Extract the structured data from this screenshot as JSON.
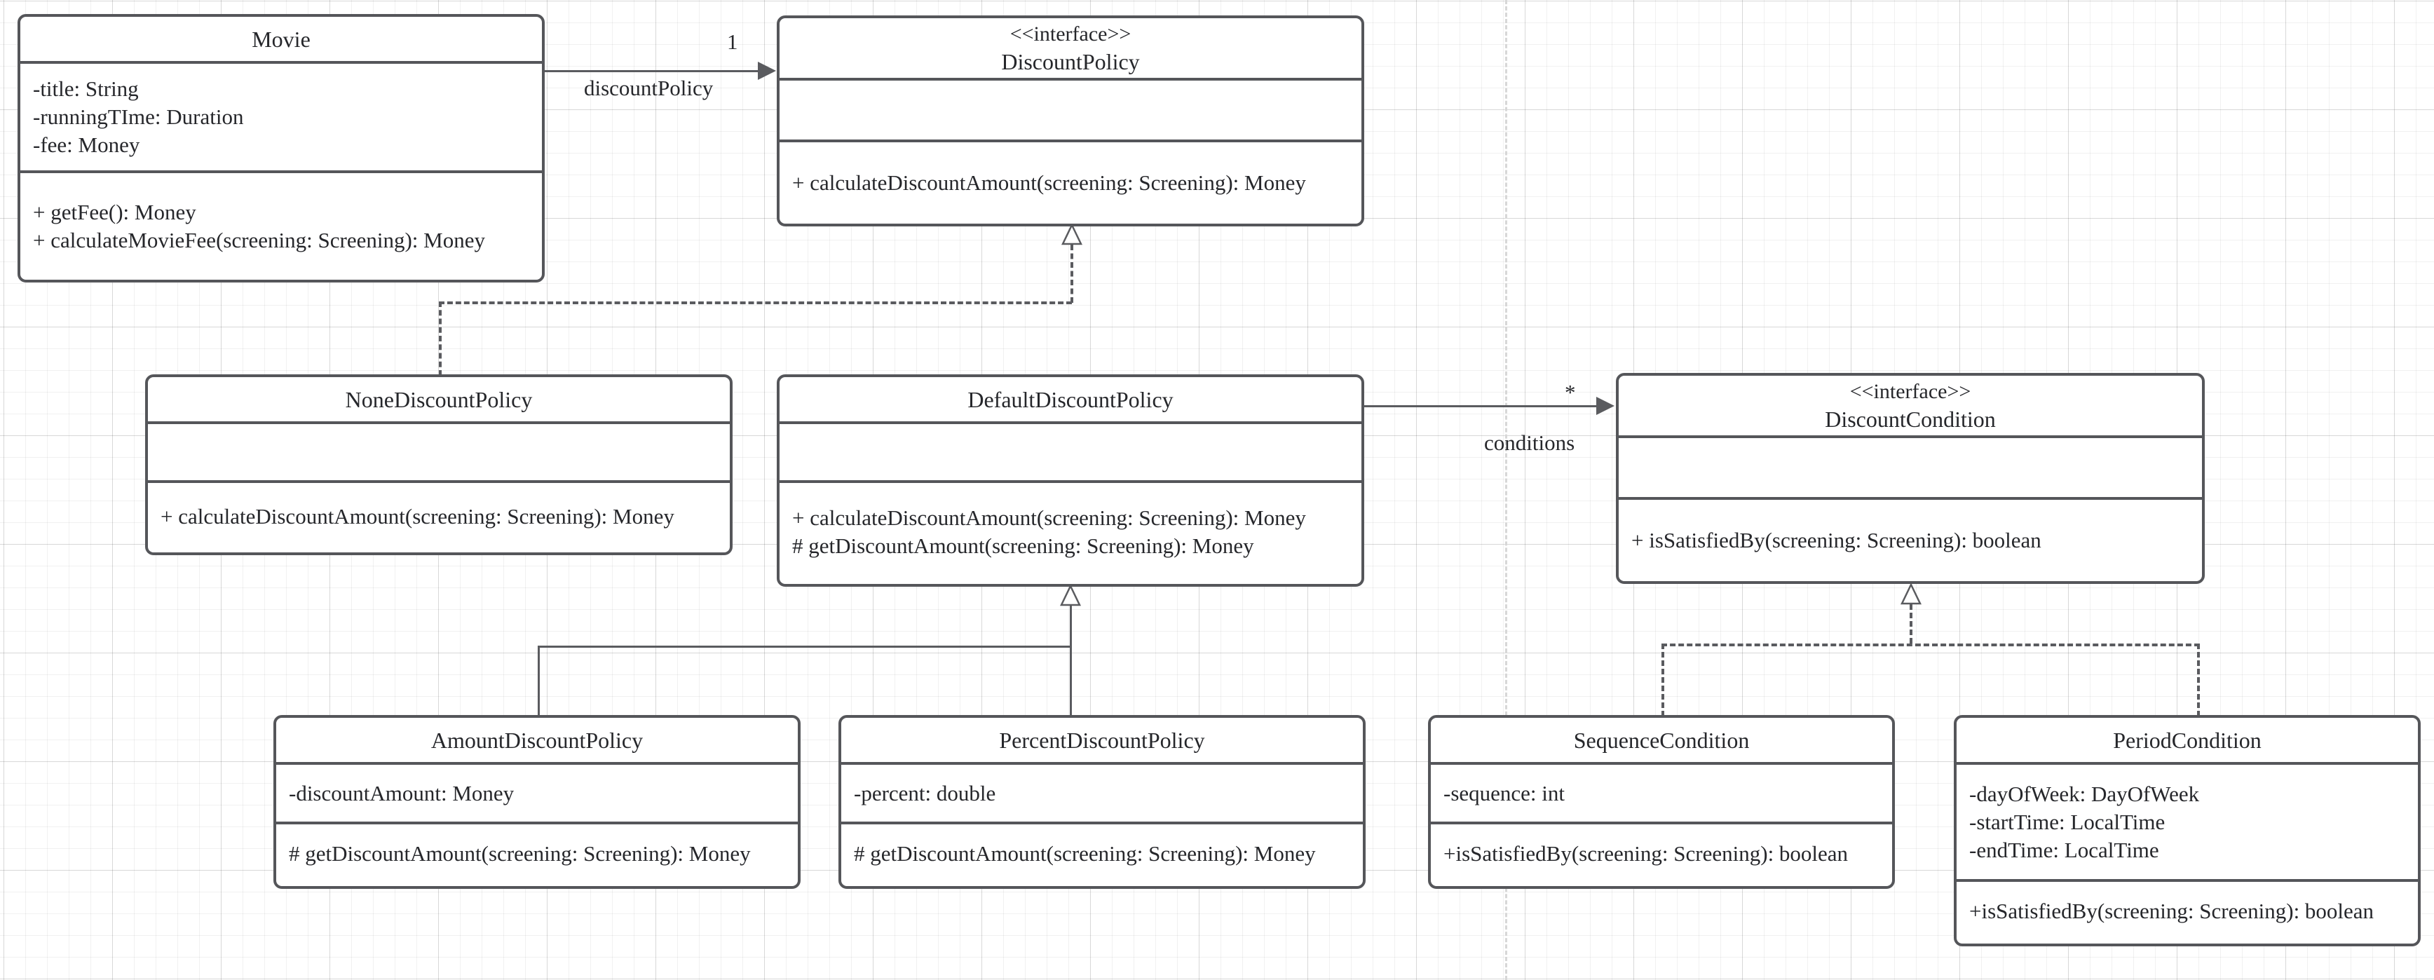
{
  "diagram": {
    "type": "uml-class-diagram",
    "colors": {
      "box_border": "#55565a",
      "box_fill": "#ffffff",
      "text": "#26272b",
      "connector": "#5a5b5f",
      "grid_minor": "#f0f0f0",
      "grid_major": "#e5e5e5",
      "page_guide": "#d7d7d7"
    }
  },
  "classes": {
    "movie": {
      "stereotype": "",
      "name": "Movie",
      "attributes": [
        "-title: String",
        "-runningTIme: Duration",
        "-fee: Money"
      ],
      "operations": [
        "+ getFee(): Money",
        "+ calculateMovieFee(screening: Screening): Money"
      ]
    },
    "discount_policy": {
      "stereotype": "<<interface>>",
      "name": "DiscountPolicy",
      "attributes": [],
      "operations": [
        "+ calculateDiscountAmount(screening: Screening): Money"
      ]
    },
    "none_discount_policy": {
      "stereotype": "",
      "name": "NoneDiscountPolicy",
      "attributes": [],
      "operations": [
        "+ calculateDiscountAmount(screening: Screening): Money"
      ]
    },
    "default_discount_policy": {
      "stereotype": "",
      "name": "DefaultDiscountPolicy",
      "attributes": [],
      "operations": [
        "+ calculateDiscountAmount(screening: Screening): Money",
        "# getDiscountAmount(screening: Screening): Money"
      ]
    },
    "discount_condition": {
      "stereotype": "<<interface>>",
      "name": "DiscountCondition",
      "attributes": [],
      "operations": [
        "+ isSatisfiedBy(screening: Screening): boolean"
      ]
    },
    "amount_discount_policy": {
      "stereotype": "",
      "name": "AmountDiscountPolicy",
      "attributes": [
        "-discountAmount: Money"
      ],
      "operations": [
        "# getDiscountAmount(screening: Screening): Money"
      ]
    },
    "percent_discount_policy": {
      "stereotype": "",
      "name": "PercentDiscountPolicy",
      "attributes": [
        "-percent: double"
      ],
      "operations": [
        "# getDiscountAmount(screening: Screening): Money"
      ]
    },
    "sequence_condition": {
      "stereotype": "",
      "name": "SequenceCondition",
      "attributes": [
        "-sequence: int"
      ],
      "operations": [
        "+isSatisfiedBy(screening: Screening): boolean"
      ]
    },
    "period_condition": {
      "stereotype": "",
      "name": "PeriodCondition",
      "attributes": [
        "-dayOfWeek: DayOfWeek",
        "-startTime: LocalTime",
        "-endTime: LocalTime"
      ],
      "operations": [
        "+isSatisfiedBy(screening: Screening): boolean"
      ]
    }
  },
  "relationships": {
    "movie_to_discount_policy": {
      "kind": "association",
      "role": "discountPolicy",
      "multiplicity": "1",
      "from": "Movie",
      "to": "DiscountPolicy"
    },
    "default_to_discount_condition": {
      "kind": "association",
      "role": "conditions",
      "multiplicity": "*",
      "from": "DefaultDiscountPolicy",
      "to": "DiscountCondition"
    },
    "none_realizes_policy": {
      "kind": "realization",
      "from": "NoneDiscountPolicy",
      "to": "DiscountPolicy"
    },
    "default_realizes_policy": {
      "kind": "realization",
      "from": "DefaultDiscountPolicy",
      "to": "DiscountPolicy"
    },
    "amount_extends_default": {
      "kind": "generalization",
      "from": "AmountDiscountPolicy",
      "to": "DefaultDiscountPolicy"
    },
    "percent_extends_default": {
      "kind": "generalization",
      "from": "PercentDiscountPolicy",
      "to": "DefaultDiscountPolicy"
    },
    "sequence_realizes_condition": {
      "kind": "realization",
      "from": "SequenceCondition",
      "to": "DiscountCondition"
    },
    "period_realizes_condition": {
      "kind": "realization",
      "from": "PeriodCondition",
      "to": "DiscountCondition"
    }
  }
}
